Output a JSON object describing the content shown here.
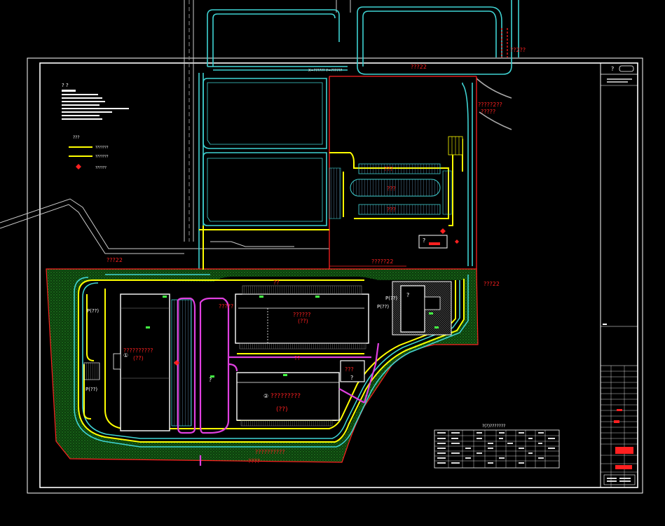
{
  "labels": {
    "gate_top_right": "??2??",
    "coord_top": "X=?????? Y=??????",
    "red_line_top": "???22",
    "gate_right": "?????2??",
    "gate_right_sub": "?????",
    "red_line_left": "???22",
    "red_line_right": "???22",
    "boundary_mid": "?????22",
    "boundary_bottom": "????",
    "bldg1_title": "??????????",
    "bldg1_sub": "(??)",
    "bldg2_title": "?????????",
    "bldg2_sub": "(??)",
    "bldg3_title": "??????",
    "bldg3_sub": "(??)",
    "bldg4_no": "?",
    "bldg5_title": "???",
    "bldg5_no": "?",
    "bldg6_no": "?",
    "bldg7_no": "?",
    "bottom_building_label": "??????????",
    "road_label_top": "??",
    "road_label_mid": "??",
    "left_tag_1": "P(??)",
    "left_tag_2": "P(??)",
    "right_tag_1": "P(??)",
    "right_tag_2": "P(??)",
    "parking_1": "???",
    "parking_2": "???",
    "parking_3": "???",
    "fire_lane_label": "?????"
  },
  "notes": {
    "title": "? ?",
    "legend_title": "???",
    "legend_items": [
      {
        "label": "???????",
        "color": "#ffff00",
        "symbol": "line"
      },
      {
        "label": "???????",
        "color": "#ffff00",
        "symbol": "line"
      },
      {
        "label": "??????",
        "color": "#ff2020",
        "symbol": "diamond"
      }
    ]
  },
  "table": {
    "title": "?(?)???????",
    "rows": 7,
    "cols": 13
  },
  "title_block": {
    "logo_text": "?",
    "stamp_color": "#ff2020"
  },
  "colors": {
    "background": "#000000",
    "frame": "#ffffff",
    "road": "#3fd2d2",
    "fire_lane": "#ffff00",
    "redline": "#ff2020",
    "building": "#ffffff",
    "green": "#1a6b1a",
    "magenta": "#e040e0"
  }
}
